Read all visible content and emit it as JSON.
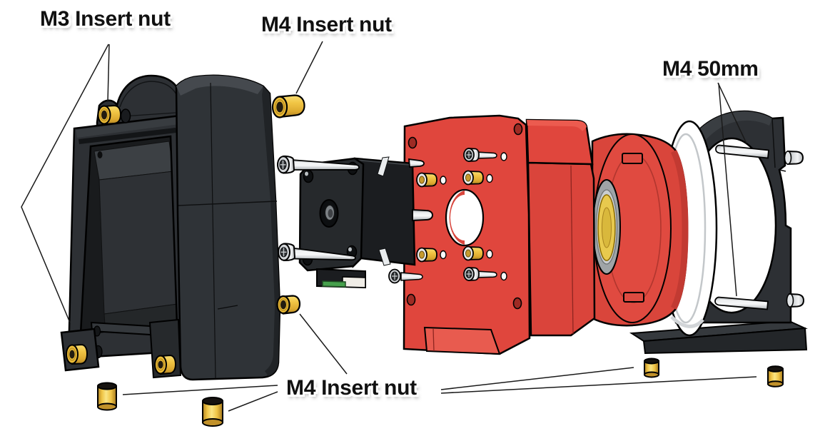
{
  "callouts": {
    "m3_insert_nut": {
      "text": "M3 Insert nut"
    },
    "m4_insert_nut_top": {
      "text": "M4 Insert nut"
    },
    "m4_50mm": {
      "text": "M4 50mm"
    },
    "m4_insert_nut_bottom": {
      "text": "M4 Insert nut"
    }
  },
  "colors": {
    "background": "#ffffff",
    "part_black": "#2D3034",
    "part_black_dark": "#1B1D20",
    "part_black_light": "#3E4246",
    "part_red": "#E0463D",
    "part_red_dark": "#C23A32",
    "part_red_light": "#ED6054",
    "insert_gold": "#F0C23E",
    "screw_silver": "#D8DADC",
    "ring_white": "#FFFFFF",
    "bearing_yellow": "#E8C94E",
    "pcb_green": "#46A04C",
    "outline": "#000000",
    "leader_line": "#1A1A1A",
    "label_text": "#111111"
  }
}
